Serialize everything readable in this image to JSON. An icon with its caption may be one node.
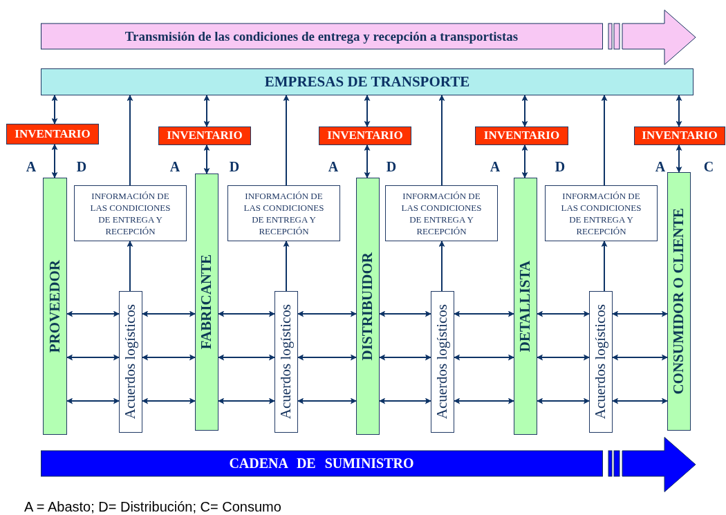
{
  "diagram": {
    "nodes": [
      {
        "text": [
          "Transmisión de las condiciones de entrega y recepción a transportistas"
        ]
      },
      {
        "text": [
          "EMPRESAS DE TRANSPORTE"
        ]
      },
      {
        "text": [
          "INVENTARIO"
        ]
      },
      {
        "text": [
          "INVENTARIO"
        ]
      },
      {
        "text": [
          "INVENTARIO"
        ]
      },
      {
        "text": [
          "INVENTARIO"
        ]
      },
      {
        "text": [
          "INVENTARIO"
        ]
      },
      {
        "text": [
          "PROVEEDOR"
        ]
      },
      {
        "text": [
          "FABRICANTE"
        ]
      },
      {
        "text": [
          "DISTRIBUIDOR"
        ]
      },
      {
        "text": [
          "DETALLISTA"
        ]
      },
      {
        "text": [
          "CONSUMIDOR O CLIENTE"
        ]
      },
      {
        "text": [
          "INFORMACIÓN DE LAS CONDICIONES DE ENTREGA Y RECEPCIÓN"
        ]
      },
      {
        "text": [
          "INFORMACIÓN DE LAS CONDICIONES DE ENTREGA Y RECEPCIÓN"
        ]
      },
      {
        "text": [
          "INFORMACIÓN DE LAS CONDICIONES DE ENTREGA Y RECEPCIÓN"
        ]
      },
      {
        "text": [
          "INFORMACIÓN DE LAS CONDICIONES DE ENTREGA Y RECEPCIÓN"
        ]
      },
      {
        "text": [
          "Acuerdos logísticos"
        ]
      },
      {
        "text": [
          "Acuerdos logísticos"
        ]
      },
      {
        "text": [
          "Acuerdos logísticos"
        ]
      },
      {
        "text": [
          "Acuerdos logísticos"
        ]
      },
      {
        "text": [
          "CADENA DE SUMINISTRO"
        ]
      }
    ],
    "edges": [
      {
        "from": 1,
        "to": 2,
        "arrow": "both"
      },
      {
        "from": 1,
        "to": 3,
        "arrow": "both"
      },
      {
        "from": 1,
        "to": 4,
        "arrow": "both"
      },
      {
        "from": 1,
        "to": 5,
        "arrow": "both"
      },
      {
        "from": 1,
        "to": 6,
        "arrow": "both"
      },
      {
        "from": 2,
        "to": 7,
        "arrow": "both"
      },
      {
        "from": 3,
        "to": 8,
        "arrow": "both"
      },
      {
        "from": 4,
        "to": 9,
        "arrow": "both"
      },
      {
        "from": 5,
        "to": 10,
        "arrow": "both"
      },
      {
        "from": 6,
        "to": 11,
        "arrow": "both"
      },
      {
        "from": 12,
        "to": 1,
        "arrow": "to"
      },
      {
        "from": 13,
        "to": 1,
        "arrow": "to"
      },
      {
        "from": 14,
        "to": 1,
        "arrow": "to"
      },
      {
        "from": 15,
        "to": 1,
        "arrow": "to"
      },
      {
        "from": 16,
        "to": 12,
        "arrow": "to"
      },
      {
        "from": 17,
        "to": 13,
        "arrow": "to"
      },
      {
        "from": 18,
        "to": 14,
        "arrow": "to"
      },
      {
        "from": 19,
        "to": 15,
        "arrow": "to"
      },
      {
        "from": 7,
        "to": 16,
        "arrow": "both"
      },
      {
        "from": 7,
        "to": 16,
        "arrow": "both"
      },
      {
        "from": 7,
        "to": 16,
        "arrow": "both"
      },
      {
        "from": 16,
        "to": 8,
        "arrow": "both"
      },
      {
        "from": 16,
        "to": 8,
        "arrow": "both"
      },
      {
        "from": 16,
        "to": 8,
        "arrow": "both"
      },
      {
        "from": 8,
        "to": 17,
        "arrow": "both"
      },
      {
        "from": 8,
        "to": 17,
        "arrow": "both"
      },
      {
        "from": 8,
        "to": 17,
        "arrow": "both"
      },
      {
        "from": 17,
        "to": 9,
        "arrow": "both"
      },
      {
        "from": 17,
        "to": 9,
        "arrow": "both"
      },
      {
        "from": 17,
        "to": 9,
        "arrow": "both"
      },
      {
        "from": 9,
        "to": 18,
        "arrow": "both"
      },
      {
        "from": 9,
        "to": 18,
        "arrow": "both"
      },
      {
        "from": 9,
        "to": 18,
        "arrow": "both"
      },
      {
        "from": 18,
        "to": 10,
        "arrow": "both"
      },
      {
        "from": 18,
        "to": 10,
        "arrow": "both"
      },
      {
        "from": 18,
        "to": 10,
        "arrow": "both"
      },
      {
        "from": 10,
        "to": 19,
        "arrow": "both"
      },
      {
        "from": 10,
        "to": 19,
        "arrow": "both"
      },
      {
        "from": 10,
        "to": 19,
        "arrow": "both"
      },
      {
        "from": 19,
        "to": 11,
        "arrow": "both"
      },
      {
        "from": 19,
        "to": 11,
        "arrow": "both"
      },
      {
        "from": 19,
        "to": 11,
        "arrow": "both"
      }
    ],
    "labels": [
      "A",
      "D",
      "A",
      "D",
      "A",
      "D",
      "A",
      "D",
      "A",
      "C",
      "A = Abasto; D= Distribución; C= Consumo"
    ]
  }
}
